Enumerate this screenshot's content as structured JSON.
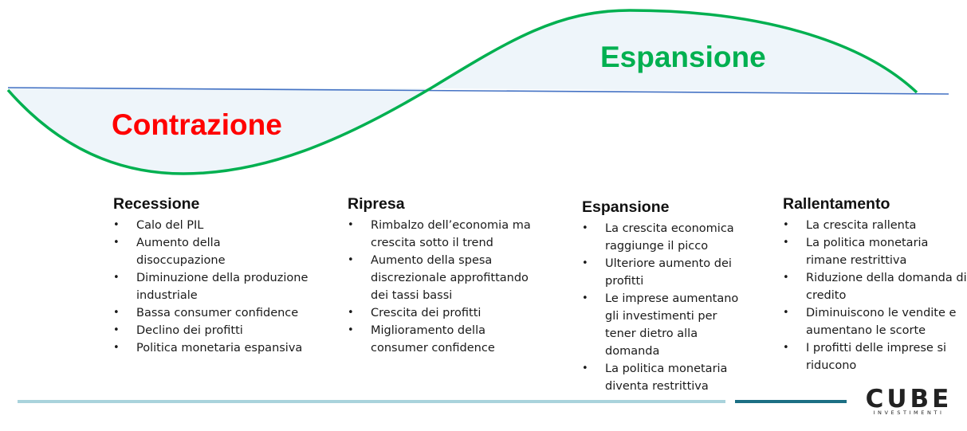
{
  "colors": {
    "wave": "#00b050",
    "wave_fill": "#eef5fa",
    "baseline": "#4472c4",
    "contraction": "#ff0000",
    "expansion": "#00b050",
    "footer_light": "#a9d3dc",
    "footer_dark": "#1c6f84"
  },
  "diagram": {
    "contraction_label": "Contrazione",
    "expansion_label": "Espansione"
  },
  "phases": [
    {
      "title": "Recessione",
      "items": [
        "Calo del PIL",
        "Aumento della disoccupazione",
        "Diminuzione della produzione industriale",
        "Bassa consumer confidence",
        "Declino dei profitti",
        "Politica monetaria espansiva"
      ]
    },
    {
      "title": "Ripresa",
      "items": [
        "Rimbalzo dell’economia ma crescita sotto il trend",
        "Aumento della spesa discrezionale approfittando dei tassi bassi",
        "Crescita dei profitti",
        "Miglioramento della consumer confidence"
      ]
    },
    {
      "title": "Espansione",
      "items": [
        "La crescita economica raggiunge il picco",
        "Ulteriore aumento dei profitti",
        "Le imprese aumentano gli investimenti per tener dietro alla domanda",
        "La politica monetaria diventa restrittiva"
      ]
    },
    {
      "title": "Rallentamento",
      "items": [
        "La crescita rallenta",
        "La politica monetaria rimane restrittiva",
        "Riduzione della domanda di credito",
        "Diminuiscono le vendite e aumentano le scorte",
        "I profitti delle imprese si riducono"
      ]
    }
  ],
  "logo": {
    "main": "CUBE",
    "sub": "INVESTIMENTI"
  }
}
